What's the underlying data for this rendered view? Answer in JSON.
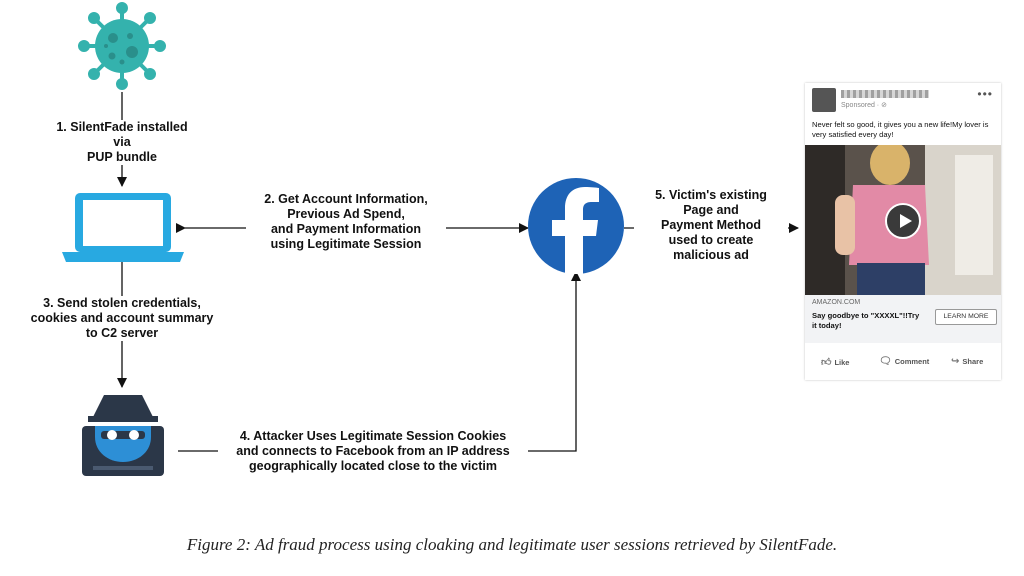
{
  "steps": {
    "step1": [
      "1. SilentFade installed",
      "via",
      "PUP bundle"
    ],
    "step2": [
      "2. Get Account Information,",
      "Previous Ad Spend,",
      "and Payment Information",
      "using Legitimate Session"
    ],
    "step3": [
      "3. Send stolen credentials,",
      "cookies and account summary",
      "to C2 server"
    ],
    "step4": [
      "4. Attacker Uses Legitimate Session Cookies",
      "and connects to Facebook from an IP address",
      "geographically located close to the victim"
    ],
    "step5": [
      "5. Victim's existing",
      "Page and",
      "Payment Method",
      "used to create",
      "malicious ad"
    ]
  },
  "ad": {
    "sponsored": "Sponsored · ⊘",
    "more": "•••",
    "text": "Never felt so good, it gives you a new life!My lover is very satisfied every day!",
    "site": "AMAZON.COM",
    "headline": "Say goodbye to \"XXXXL\"!!Try it today!",
    "cta": "LEARN MORE",
    "like": "Like",
    "comment": "Comment",
    "share": "Share"
  },
  "icons": {
    "malware": "virus-icon",
    "victim": "laptop-icon",
    "platform": "facebook-logo-icon",
    "attacker": "hacker-spy-icon"
  },
  "colors": {
    "virus": "#34b2ad",
    "laptop": "#28a9e1",
    "facebook": "#1e63b6",
    "hacker_dark": "#2b3748",
    "hacker_blue": "#2d8fd6",
    "arrow": "#111111"
  },
  "caption": "Figure 2: Ad fraud process using cloaking and legitimate user sessions retrieved by SilentFade."
}
